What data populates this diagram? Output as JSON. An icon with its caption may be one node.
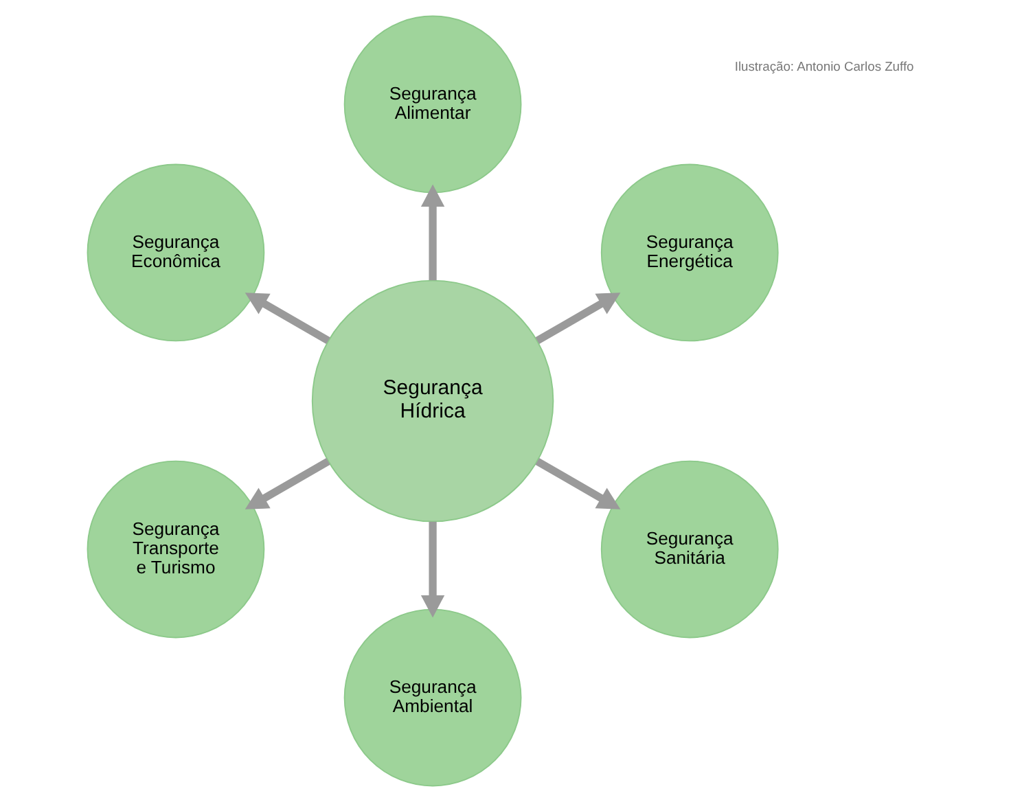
{
  "diagram": {
    "nodes": [
      {
        "text": [
          "Segurança Hídrica"
        ]
      },
      {
        "text": [
          "Segurança Energética"
        ]
      },
      {
        "text": [
          "Segurança Alimentar"
        ]
      },
      {
        "text": [
          "Segurança Econômica"
        ]
      },
      {
        "text": [
          "Segurança Transporte e Turismo"
        ]
      },
      {
        "text": [
          "Segurança Ambiental"
        ]
      },
      {
        "text": [
          "Segurança Sanitária"
        ]
      }
    ],
    "edges": [
      {
        "from": 0,
        "to": 1,
        "arrow": "to"
      },
      {
        "from": 0,
        "to": 2,
        "arrow": "to"
      },
      {
        "from": 0,
        "to": 3,
        "arrow": "to"
      },
      {
        "from": 0,
        "to": 4,
        "arrow": "to"
      },
      {
        "from": 0,
        "to": 5,
        "arrow": "to"
      },
      {
        "from": 0,
        "to": 6,
        "arrow": "to"
      }
    ],
    "labels": [
      "Ilustração: Antonio Carlos Zuffo"
    ]
  }
}
